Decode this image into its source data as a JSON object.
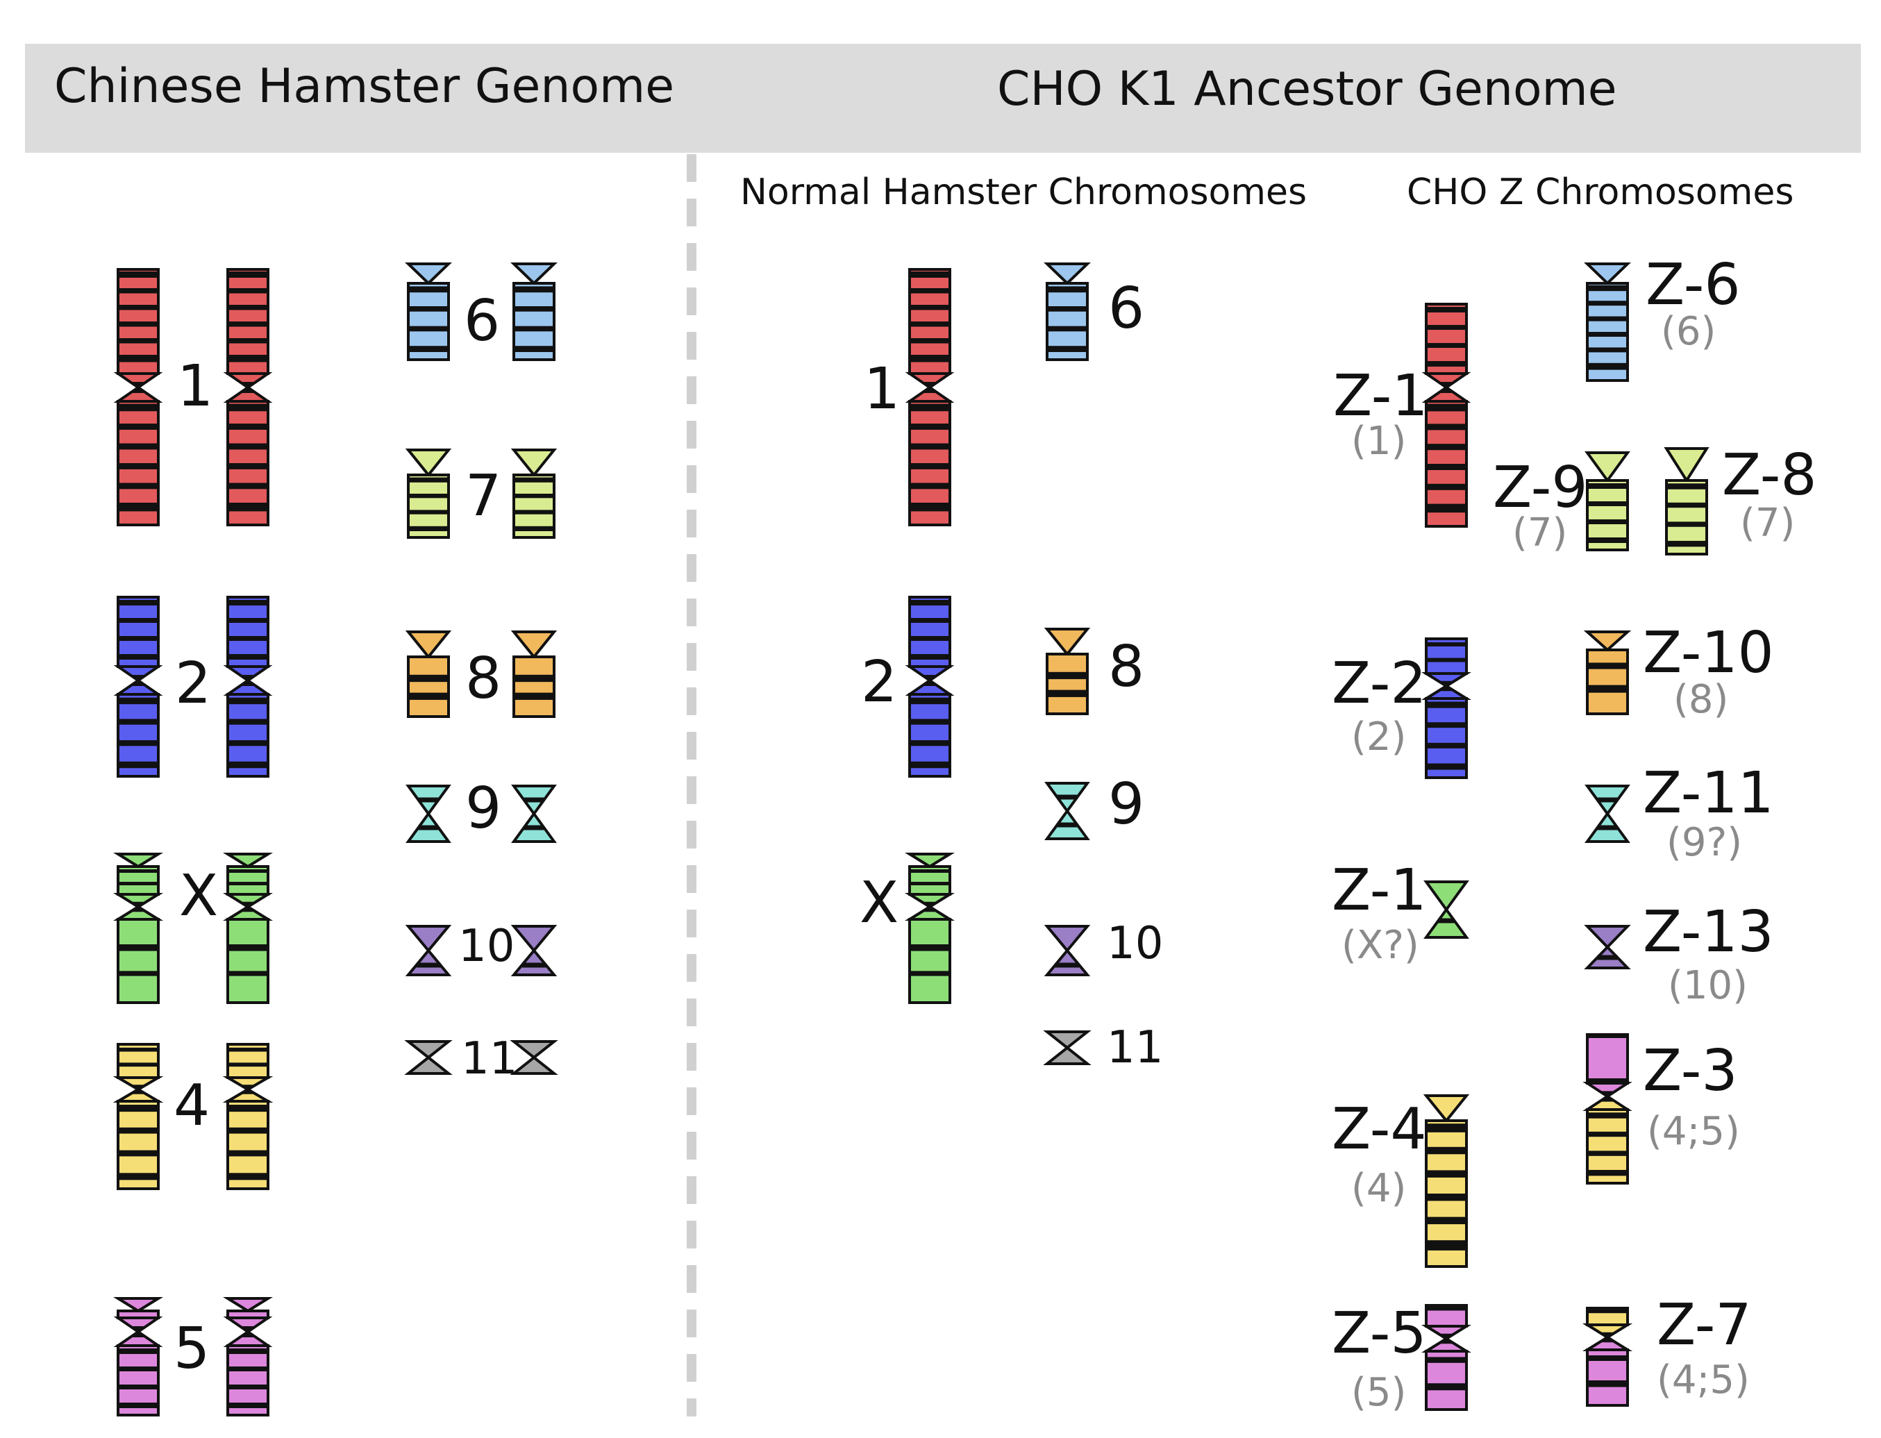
{
  "colors": {
    "red": "#e35a5c",
    "blue": "#5a5ef0",
    "green": "#8ede78",
    "yellow": "#f6de77",
    "pink": "#dc87dc",
    "lightblue": "#9cc6ee",
    "lime": "#d9ec92",
    "orange": "#f1b85c",
    "teal": "#8ee2d8",
    "purple": "#9a7ec6",
    "gray": "#a6a6a6",
    "header_band": "#dcdcdc",
    "divider": "#d0d0d0"
  },
  "headers": {
    "left": "Chinese Hamster Genome",
    "right": "CHO K1 Ancestor Genome"
  },
  "subheaders": {
    "normal": "Normal Hamster Chromosomes",
    "cho_z": "CHO Z Chromosomes"
  },
  "hamster_genome": [
    {
      "label": "1",
      "color": "red"
    },
    {
      "label": "2",
      "color": "blue"
    },
    {
      "label": "X",
      "color": "green"
    },
    {
      "label": "4",
      "color": "yellow"
    },
    {
      "label": "5",
      "color": "pink"
    },
    {
      "label": "6",
      "color": "lightblue"
    },
    {
      "label": "7",
      "color": "lime"
    },
    {
      "label": "8",
      "color": "orange"
    },
    {
      "label": "9",
      "color": "teal"
    },
    {
      "label": "10",
      "color": "purple"
    },
    {
      "label": "11",
      "color": "gray"
    }
  ],
  "normal_chromosomes": [
    {
      "label": "1",
      "color": "red"
    },
    {
      "label": "6",
      "color": "lightblue"
    },
    {
      "label": "2",
      "color": "blue"
    },
    {
      "label": "8",
      "color": "orange"
    },
    {
      "label": "9",
      "color": "teal"
    },
    {
      "label": "X",
      "color": "green"
    },
    {
      "label": "10",
      "color": "purple"
    },
    {
      "label": "11",
      "color": "gray"
    }
  ],
  "z_chromosomes": [
    {
      "label": "Z-1",
      "origin": "(1)",
      "color": "red"
    },
    {
      "label": "Z-6",
      "origin": "(6)",
      "color": "lightblue"
    },
    {
      "label": "Z-9",
      "origin": "(7)",
      "color": "lime"
    },
    {
      "label": "Z-8",
      "origin": "(7)",
      "color": "lime"
    },
    {
      "label": "Z-2",
      "origin": "(2)",
      "color": "blue"
    },
    {
      "label": "Z-10",
      "origin": "(8)",
      "color": "orange"
    },
    {
      "label": "Z-11",
      "origin": "(9?)",
      "color": "teal"
    },
    {
      "label": "Z-1",
      "origin": "(X?)",
      "color": "green"
    },
    {
      "label": "Z-13",
      "origin": "(10)",
      "color": "purple"
    },
    {
      "label": "Z-3",
      "origin": "(4;5)",
      "color": "pink/yellow"
    },
    {
      "label": "Z-4",
      "origin": "(4)",
      "color": "yellow"
    },
    {
      "label": "Z-5",
      "origin": "(5)",
      "color": "pink"
    },
    {
      "label": "Z-7",
      "origin": "(4;5)",
      "color": "yellow/pink"
    }
  ]
}
